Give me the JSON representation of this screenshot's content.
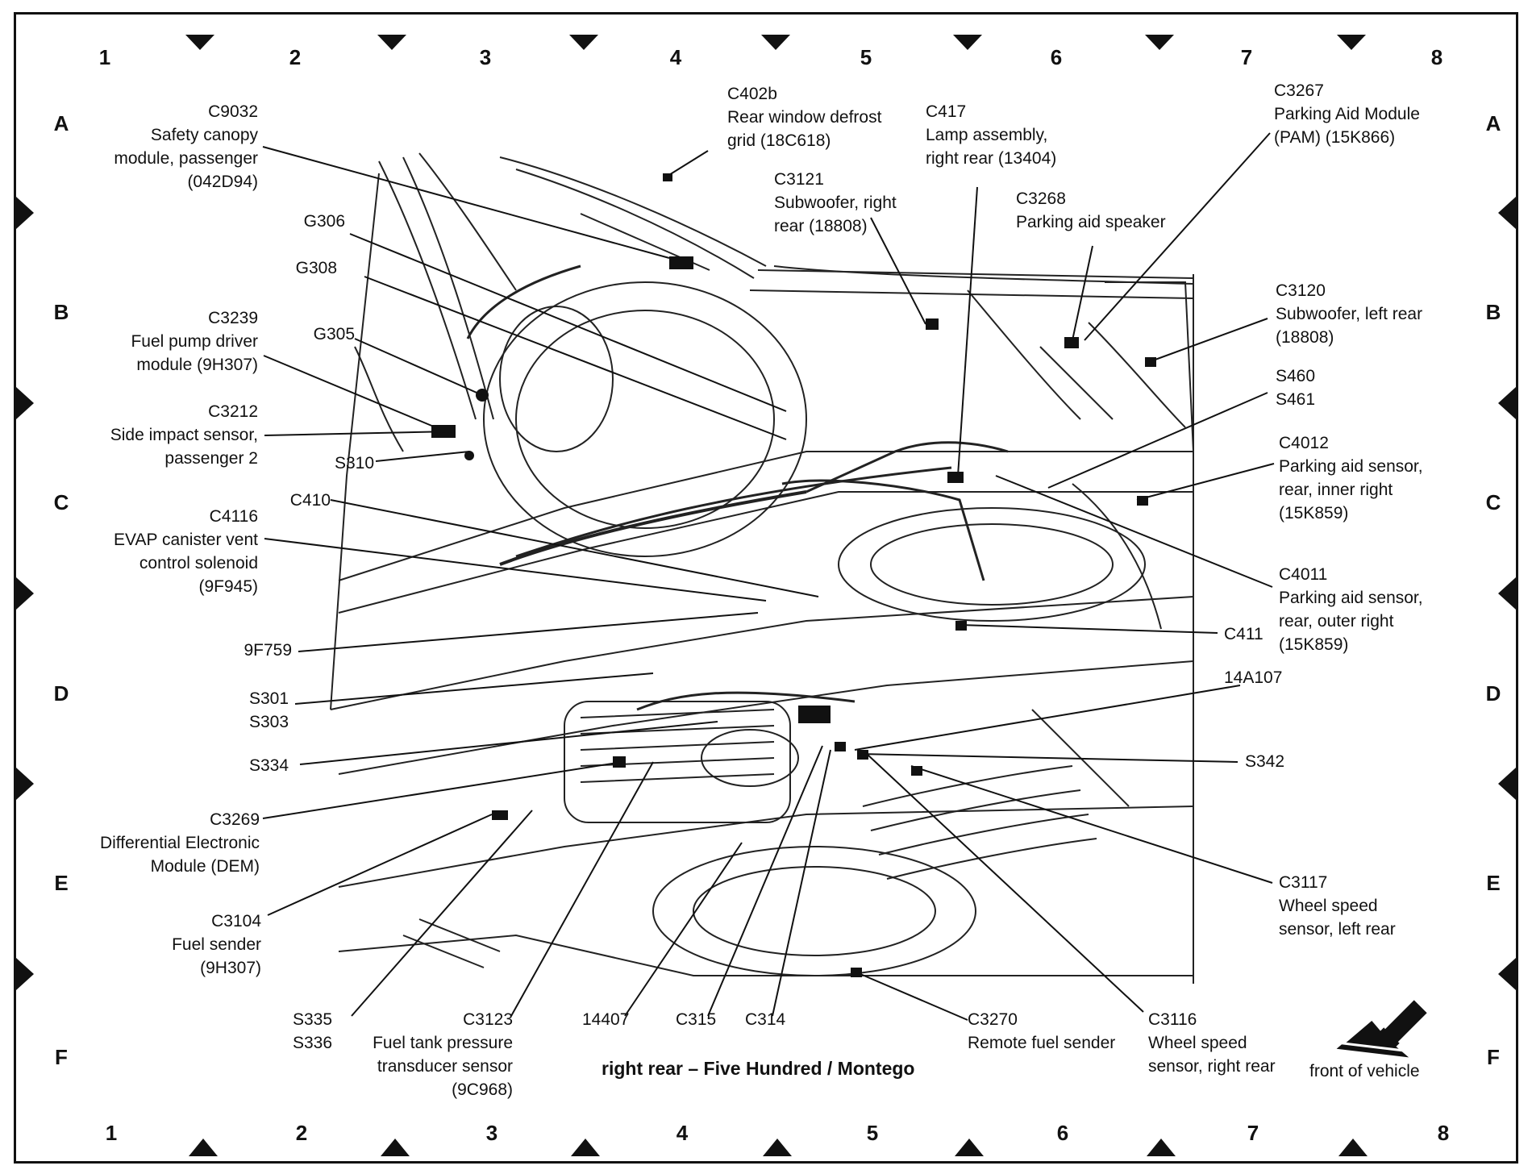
{
  "diagram": {
    "title": "right rear – Five Hundred / Montego",
    "orientation_label": "front of vehicle",
    "grid_numbers_top": [
      "1",
      "2",
      "3",
      "4",
      "5",
      "6",
      "7",
      "8"
    ],
    "grid_numbers_bottom": [
      "1",
      "2",
      "3",
      "4",
      "5",
      "6",
      "7",
      "8"
    ],
    "grid_letters": [
      "A",
      "B",
      "C",
      "D",
      "E",
      "F"
    ]
  },
  "labels": {
    "c9032": [
      "C9032",
      "Safety canopy",
      "module, passenger",
      "(042D94)"
    ],
    "g306": [
      "G306"
    ],
    "g308": [
      "G308"
    ],
    "c3239": [
      "C3239",
      "Fuel pump driver",
      "module (9H307)"
    ],
    "g305": [
      "G305"
    ],
    "c3212": [
      "C3212",
      "Side impact sensor,",
      "passenger 2"
    ],
    "s310": [
      "S310"
    ],
    "c410": [
      "C410"
    ],
    "c4116": [
      "C4116",
      "EVAP canister vent",
      "control solenoid",
      "(9F945)"
    ],
    "9f759": [
      "9F759"
    ],
    "s301": [
      "S301",
      "S303"
    ],
    "s334": [
      "S334"
    ],
    "c3269": [
      "C3269",
      "Differential Electronic",
      "Module (DEM)"
    ],
    "c3104": [
      "C3104",
      "Fuel sender",
      "(9H307)"
    ],
    "s335": [
      "S335",
      "S336"
    ],
    "c3123": [
      "C3123",
      "Fuel tank pressure",
      "transducer sensor",
      "(9C968)"
    ],
    "14407": [
      "14407"
    ],
    "c315": [
      "C315"
    ],
    "c314": [
      "C314"
    ],
    "c402b": [
      "C402b",
      "Rear window defrost",
      "grid (18C618)"
    ],
    "c3121": [
      "C3121",
      "Subwoofer, right",
      "rear (18808)"
    ],
    "c417": [
      "C417",
      "Lamp assembly,",
      "right rear (13404)"
    ],
    "c3268": [
      "C3268",
      "Parking aid speaker"
    ],
    "c3267": [
      "C3267",
      "Parking Aid Module",
      "(PAM) (15K866)"
    ],
    "c3120": [
      "C3120",
      "Subwoofer, left rear",
      "(18808)"
    ],
    "s460": [
      "S460",
      "S461"
    ],
    "c4012": [
      "C4012",
      "Parking aid sensor,",
      "rear, inner right",
      "(15K859)"
    ],
    "c4011": [
      "C4011",
      "Parking aid sensor,",
      "rear, outer right",
      "(15K859)"
    ],
    "c411": [
      "C411"
    ],
    "14a107": [
      "14A107"
    ],
    "s342": [
      "S342"
    ],
    "c3117": [
      "C3117",
      "Wheel speed",
      "sensor, left rear"
    ],
    "c3270": [
      "C3270",
      "Remote fuel sender"
    ],
    "c3116": [
      "C3116",
      "Wheel speed",
      "sensor, right rear"
    ]
  }
}
